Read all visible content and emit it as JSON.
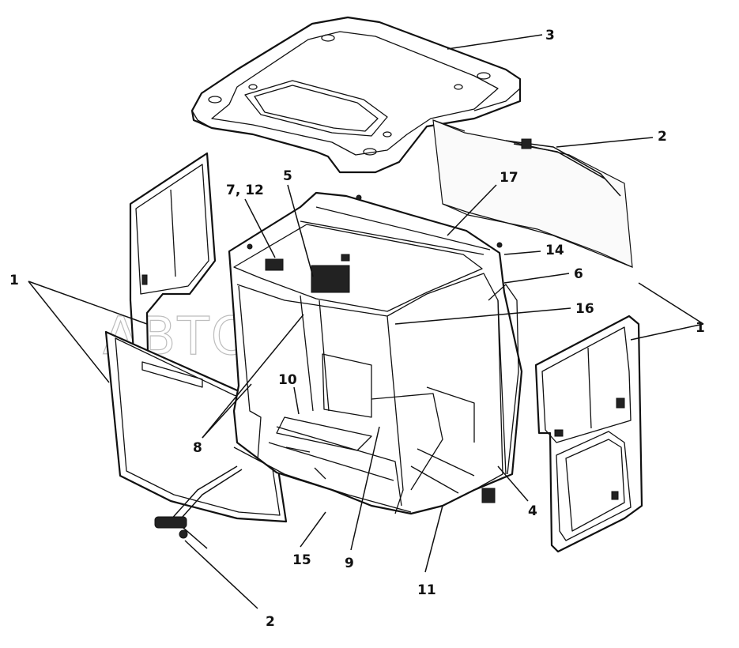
{
  "watermark": "АВТОАЛЬЯНС",
  "callouts": {
    "c1_left": "1",
    "c1_right": "1",
    "c2_top": "2",
    "c2_bottom": "2",
    "c3": "3",
    "c4": "4",
    "c5": "5",
    "c6": "6",
    "c7_12": "7, 12",
    "c8": "8",
    "c9": "9",
    "c10": "10",
    "c11": "11",
    "c14": "14",
    "c15": "15",
    "c16": "16",
    "c17": "17"
  }
}
